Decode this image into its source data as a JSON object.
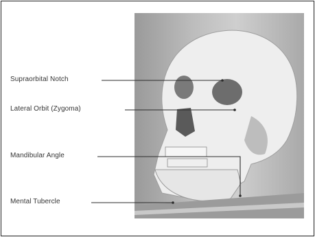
{
  "diagram": {
    "labels": [
      {
        "id": "supraorbital_notch",
        "text": "Supraorbital Notch"
      },
      {
        "id": "lateral_orbit",
        "text": "Lateral Orbit (Zygoma)"
      },
      {
        "id": "mandibular_angle",
        "text": "Mandibular Angle"
      },
      {
        "id": "mental_tubercle",
        "text": "Mental  Tubercle"
      }
    ]
  },
  "colors": {
    "line": "#2a2a2a",
    "label": "#333333",
    "border": "#222222"
  }
}
